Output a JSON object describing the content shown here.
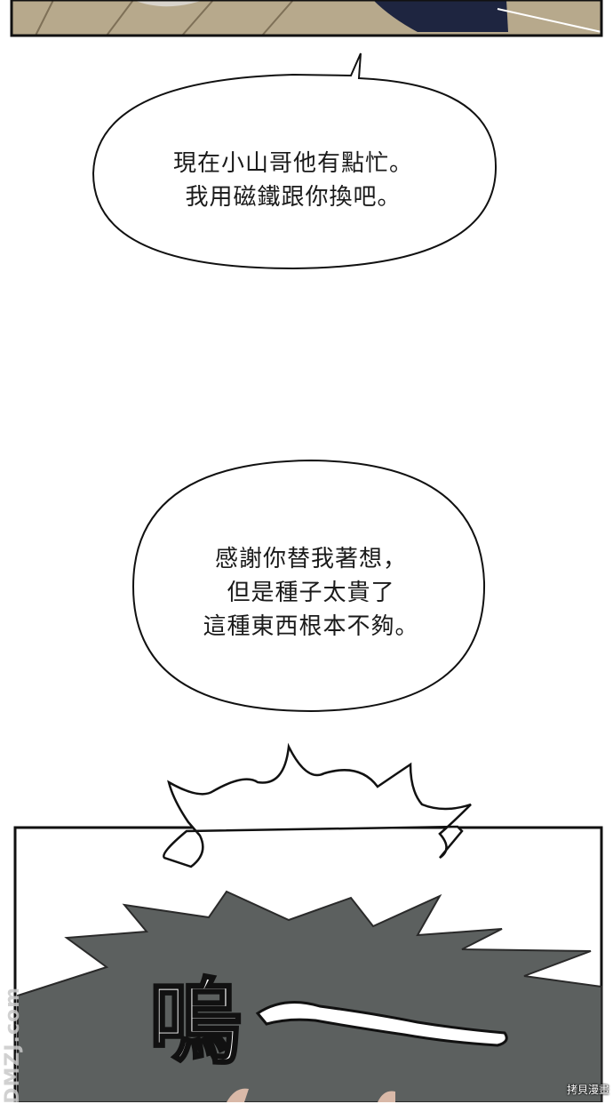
{
  "bubbles": [
    {
      "lines": [
        "現在小山哥他有點忙。",
        "我用磁鐵跟你換吧。"
      ]
    },
    {
      "lines": [
        "感謝你替我著想，",
        "但是種子太貴了",
        "這種東西根本不夠。"
      ]
    }
  ],
  "sfx": {
    "glyph": "嗚",
    "tail": "〜"
  },
  "watermarks": {
    "side": "DMZJ.com",
    "corner": "拷貝漫畫"
  },
  "colors": {
    "panel_floor": "#b7a98c",
    "hair": "#5c605f",
    "ink": "#111111",
    "jacket": "#1e2540"
  }
}
